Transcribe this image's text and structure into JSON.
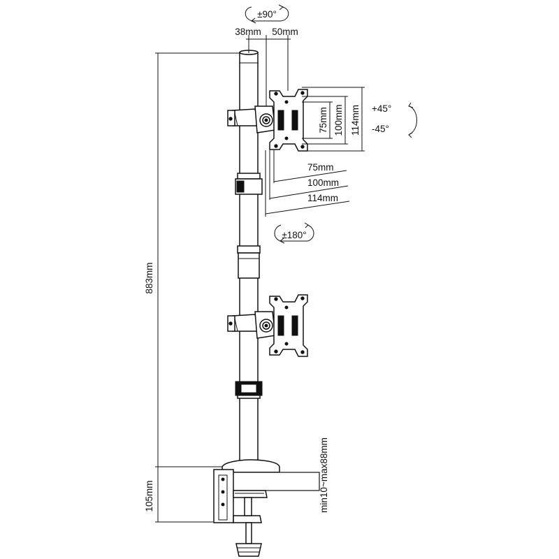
{
  "diagram": {
    "rotation_top": "±90°",
    "pole_offset_left": "38mm",
    "pole_offset_right": "50mm",
    "vesa_vertical": [
      "75mm",
      "100mm",
      "114mm"
    ],
    "vesa_horizontal": [
      "75mm",
      "100mm",
      "114mm"
    ],
    "tilt_up": "+45°",
    "tilt_down": "-45°",
    "swivel": "±180°",
    "total_height": "883mm",
    "clamp_height": "105mm",
    "desk_thickness": "min10~max88mm"
  },
  "colors": {
    "line": "#111111",
    "background": "#ffffff"
  }
}
